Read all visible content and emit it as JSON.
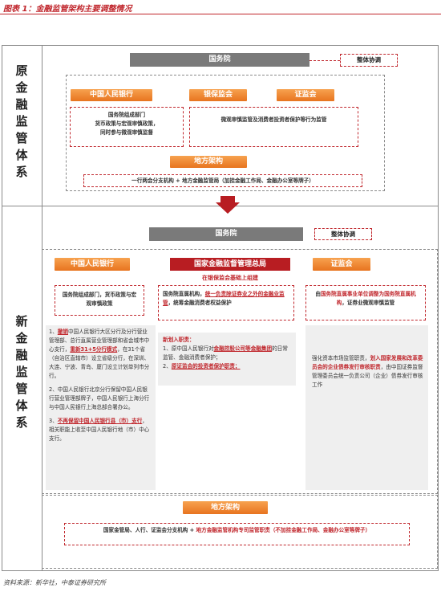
{
  "title": "图表 1：金融监管架构主要调整情况",
  "source": "资料来源：新华社，中泰证券研究所",
  "old": {
    "label": [
      "原",
      "金",
      "融",
      "监",
      "管",
      "体",
      "系"
    ],
    "state_council": "国务院",
    "coordination": "整体协调",
    "pboc": "中国人民银行",
    "cbirc": "银保监会",
    "csrc": "证监会",
    "pboc_desc": [
      "国务院组成部门",
      "货币政策与宏观审慎政策，",
      "同时参与微观审慎监督"
    ],
    "micro_desc": "微观审慎监管及消费者投资者保护等行为监管",
    "local": "地方架构",
    "local_desc": "一行两会分支机构 + 地方金融监管局（加挂金融工作局、金融办公室等牌子）"
  },
  "new": {
    "label": [
      "新",
      "金",
      "融",
      "监",
      "管",
      "体",
      "系"
    ],
    "state_council": "国务院",
    "coordination": "整体协调",
    "pboc": "中国人民银行",
    "nfra": "国家金融监督管理总局",
    "nfra_sub": "在银保监会基础上组建",
    "csrc": "证监会",
    "pboc_desc": "国务院组成部门，货币政策与宏观审慎政策",
    "nfra_desc_a": "国务院直属机构，",
    "nfra_desc_b": "统一负责除证券业之外的金融业监管",
    "nfra_desc_c": "，统筹金融消费者权益保护",
    "csrc_desc_a": "由",
    "csrc_desc_b": "国务院直属事业单位调整为国务院直属机构",
    "csrc_desc_c": "，证券业微观审慎监管",
    "pboc_p1_a": "1、",
    "pboc_p1_b": "撤销",
    "pboc_p1_c": "中国人民银行大区分行及分行营业管理部、总行直属营业管理部和省会城市中心支行，",
    "pboc_p1_d": "重新31+5分行模式",
    "pboc_p1_e": "，在31个省（自治区直辖市）设立省级分行，在深圳、大连、宁波、青岛、厦门设立计划单列市分行。",
    "pboc_p2": "2、中国人民银行北京分行保留中国人民银行营业管理部牌子，中国人民银行上海分行与中国人民银行上海总部合署办公。",
    "pboc_p3_a": "3、",
    "pboc_p3_b": "不再保留中国人民银行县（市）支行",
    "pboc_p3_c": "，相关职能上收至中国人民银行地（市）中心支行。",
    "nfra_new_title": "新划入职责：",
    "nfra_new_1a": "1、原中国人民银行对",
    "nfra_new_1b": "金融控股公司等金融集团",
    "nfra_new_1c": "的日常监管、金融消费者保护；",
    "nfra_new_2a": "2、",
    "nfra_new_2b": "原证监会的投资者保护职责；",
    "csrc_new_a": "强化资本市场监管职责，",
    "csrc_new_b": "划入国家发展和改革委员会的企业债券发行审核职责",
    "csrc_new_c": "，由中国证券监督管理委员会统一负责公司（企业）债券发行审核工作",
    "local": "地方架构",
    "local_desc_a": "国家金管局、人行、证监会分支机构 + ",
    "local_desc_b": "地方金融监管机构专司监管职责（不加挂金融工作局、金融办公室等牌子）"
  },
  "colors": {
    "accent_red": "#c0262c",
    "orange": "#ec8430",
    "gray": "#7a7a7a"
  }
}
